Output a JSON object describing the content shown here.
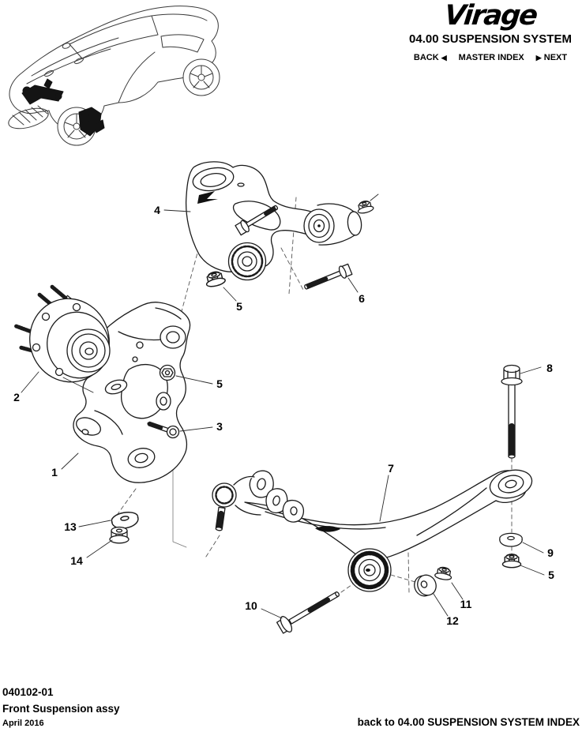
{
  "page": {
    "background": "#ffffff",
    "text_color": "#000000",
    "line_color": "#1b1b1b"
  },
  "header": {
    "logo_text": "Virage",
    "section_title": "04.00 SUSPENSION SYSTEM",
    "nav": {
      "back_label": "BACK",
      "back_arrow": "◀",
      "master_index_label": "MASTER INDEX",
      "next_arrow": "▶",
      "next_label": "NEXT"
    }
  },
  "diagram": {
    "car_icon": "aston-martin-coupe-line-art",
    "callouts": [
      {
        "label": "1"
      },
      {
        "label": "2"
      },
      {
        "label": "3"
      },
      {
        "label": "4"
      },
      {
        "label": "5"
      },
      {
        "label": "5"
      },
      {
        "label": "5"
      },
      {
        "label": "6"
      },
      {
        "label": "7"
      },
      {
        "label": "8"
      },
      {
        "label": "9"
      },
      {
        "label": "10"
      },
      {
        "label": "11"
      },
      {
        "label": "12"
      },
      {
        "label": "13"
      },
      {
        "label": "14"
      }
    ]
  },
  "footer": {
    "doc_number": "040102-01",
    "doc_title": "Front Suspension assy",
    "date": "April 2016",
    "back_link_label": "back to 04.00 SUSPENSION SYSTEM INDEX"
  }
}
